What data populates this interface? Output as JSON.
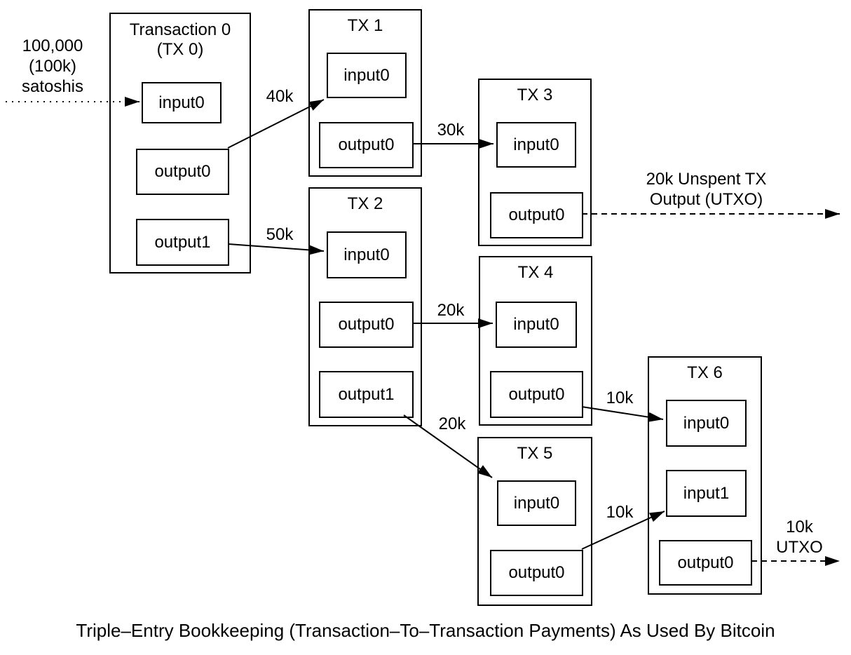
{
  "diagram": {
    "source_label": "100,000\n(100k)\nsatoshis",
    "transactions": [
      {
        "title": "Transaction 0\n(TX 0)",
        "slots": [
          "input0",
          "output0",
          "output1"
        ]
      },
      {
        "title": "TX 1",
        "slots": [
          "input0",
          "output0"
        ]
      },
      {
        "title": "TX 2",
        "slots": [
          "input0",
          "output0",
          "output1"
        ]
      },
      {
        "title": "TX 3",
        "slots": [
          "input0",
          "output0"
        ]
      },
      {
        "title": "TX 4",
        "slots": [
          "input0",
          "output0"
        ]
      },
      {
        "title": "TX 5",
        "slots": [
          "input0",
          "output0"
        ]
      },
      {
        "title": "TX 6",
        "slots": [
          "input0",
          "input1",
          "output0"
        ]
      }
    ],
    "flow_labels": {
      "tx0_to_tx1": "40k",
      "tx0_to_tx2": "50k",
      "tx1_to_tx3": "30k",
      "tx2_to_tx4": "20k",
      "tx2_to_tx5": "20k",
      "tx4_to_tx6": "10k",
      "tx5_to_tx6": "10k",
      "tx3_utxo": "20k Unspent TX\nOutput (UTXO)",
      "tx6_utxo": "10k\nUTXO"
    },
    "caption": "Triple–Entry Bookkeeping (Transaction–To–Transaction Payments) As Used By Bitcoin",
    "colors": {
      "line": "#000000",
      "background": "#ffffff",
      "text": "#000000"
    }
  }
}
